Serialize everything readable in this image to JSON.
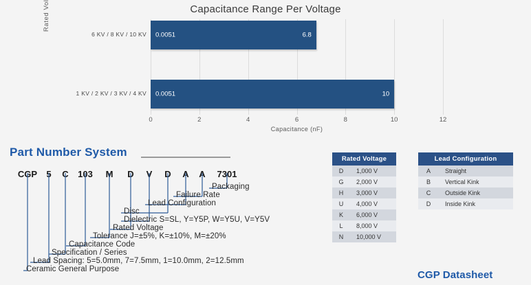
{
  "chart_data": {
    "type": "bar",
    "orientation": "horizontal",
    "title": "Capacitance Range Per Voltage",
    "xlabel": "Capacitance (nF)",
    "ylabel": "Rated Voltage  (KV)",
    "xlim": [
      0,
      12
    ],
    "xticks": [
      0,
      2,
      4,
      6,
      8,
      10,
      12
    ],
    "xtick_labels": [
      "0",
      "2",
      "4",
      "6",
      "8",
      "10",
      "12"
    ],
    "grid": "vertical",
    "legend": "none",
    "bar_color": "#245182",
    "categories": [
      "6 KV / 8 KV / 10 KV",
      "1 KV / 2 KV / 3 KV / 4 KV"
    ],
    "series": [
      {
        "name": "Capacitance Range",
        "min_values": [
          0.0051,
          0.0051
        ],
        "max_values": [
          6.8,
          10
        ]
      }
    ],
    "bars": [
      {
        "category": "6 KV / 8 KV / 10 KV",
        "min_label": "0.0051",
        "max_label": "6.8",
        "value": 6.8
      },
      {
        "category": "1 KV / 2 KV / 3 KV / 4 KV",
        "min_label": "0.0051",
        "max_label": "10",
        "value": 10
      }
    ]
  },
  "part_number_system": {
    "heading": "Part Number System",
    "codes": [
      "CGP",
      "5",
      "C",
      "103",
      "M",
      "D",
      "V",
      "D",
      "A",
      "A",
      "7301"
    ],
    "descriptions": [
      "Packaging",
      "Failure Rate",
      "Lead Configuration",
      "Disc",
      "Dielectric S=SL, Y=Y5P, W=Y5U, V=Y5V",
      "Rated Voltage",
      "Tolerance J=±5%, K=±10%, M=±20%",
      "Capacitance Code",
      "Specification / Series",
      "Lead Spacing: 5=5.0mm, 7=7.5mm, 1=10.0mm, 2=12.5mm",
      "Ceramic General Purpose"
    ]
  },
  "rated_voltage_table": {
    "header": "Rated Voltage",
    "rows": [
      {
        "code": "D",
        "value": "1,000 V"
      },
      {
        "code": "G",
        "value": "2,000 V"
      },
      {
        "code": "H",
        "value": "3,000 V"
      },
      {
        "code": "U",
        "value": "4,000 V"
      },
      {
        "code": "K",
        "value": "6,000 V"
      },
      {
        "code": "L",
        "value": "8,000 V"
      },
      {
        "code": "N",
        "value": "10,000 V"
      }
    ]
  },
  "lead_configuration_table": {
    "header": "Lead Configuration",
    "rows": [
      {
        "code": "A",
        "value": "Straight"
      },
      {
        "code": "B",
        "value": "Vertical Kink"
      },
      {
        "code": "C",
        "value": "Outside Kink"
      },
      {
        "code": "D",
        "value": "Inside Kink"
      }
    ]
  },
  "footer": {
    "datasheet_link": "CGP Datasheet"
  },
  "colors": {
    "bar": "#245182",
    "table_header": "#2b5187",
    "heading_blue": "#1f5aa8",
    "row_odd": "#d3d7de",
    "row_even": "#e9ebef",
    "background": "#f4f4f4"
  }
}
